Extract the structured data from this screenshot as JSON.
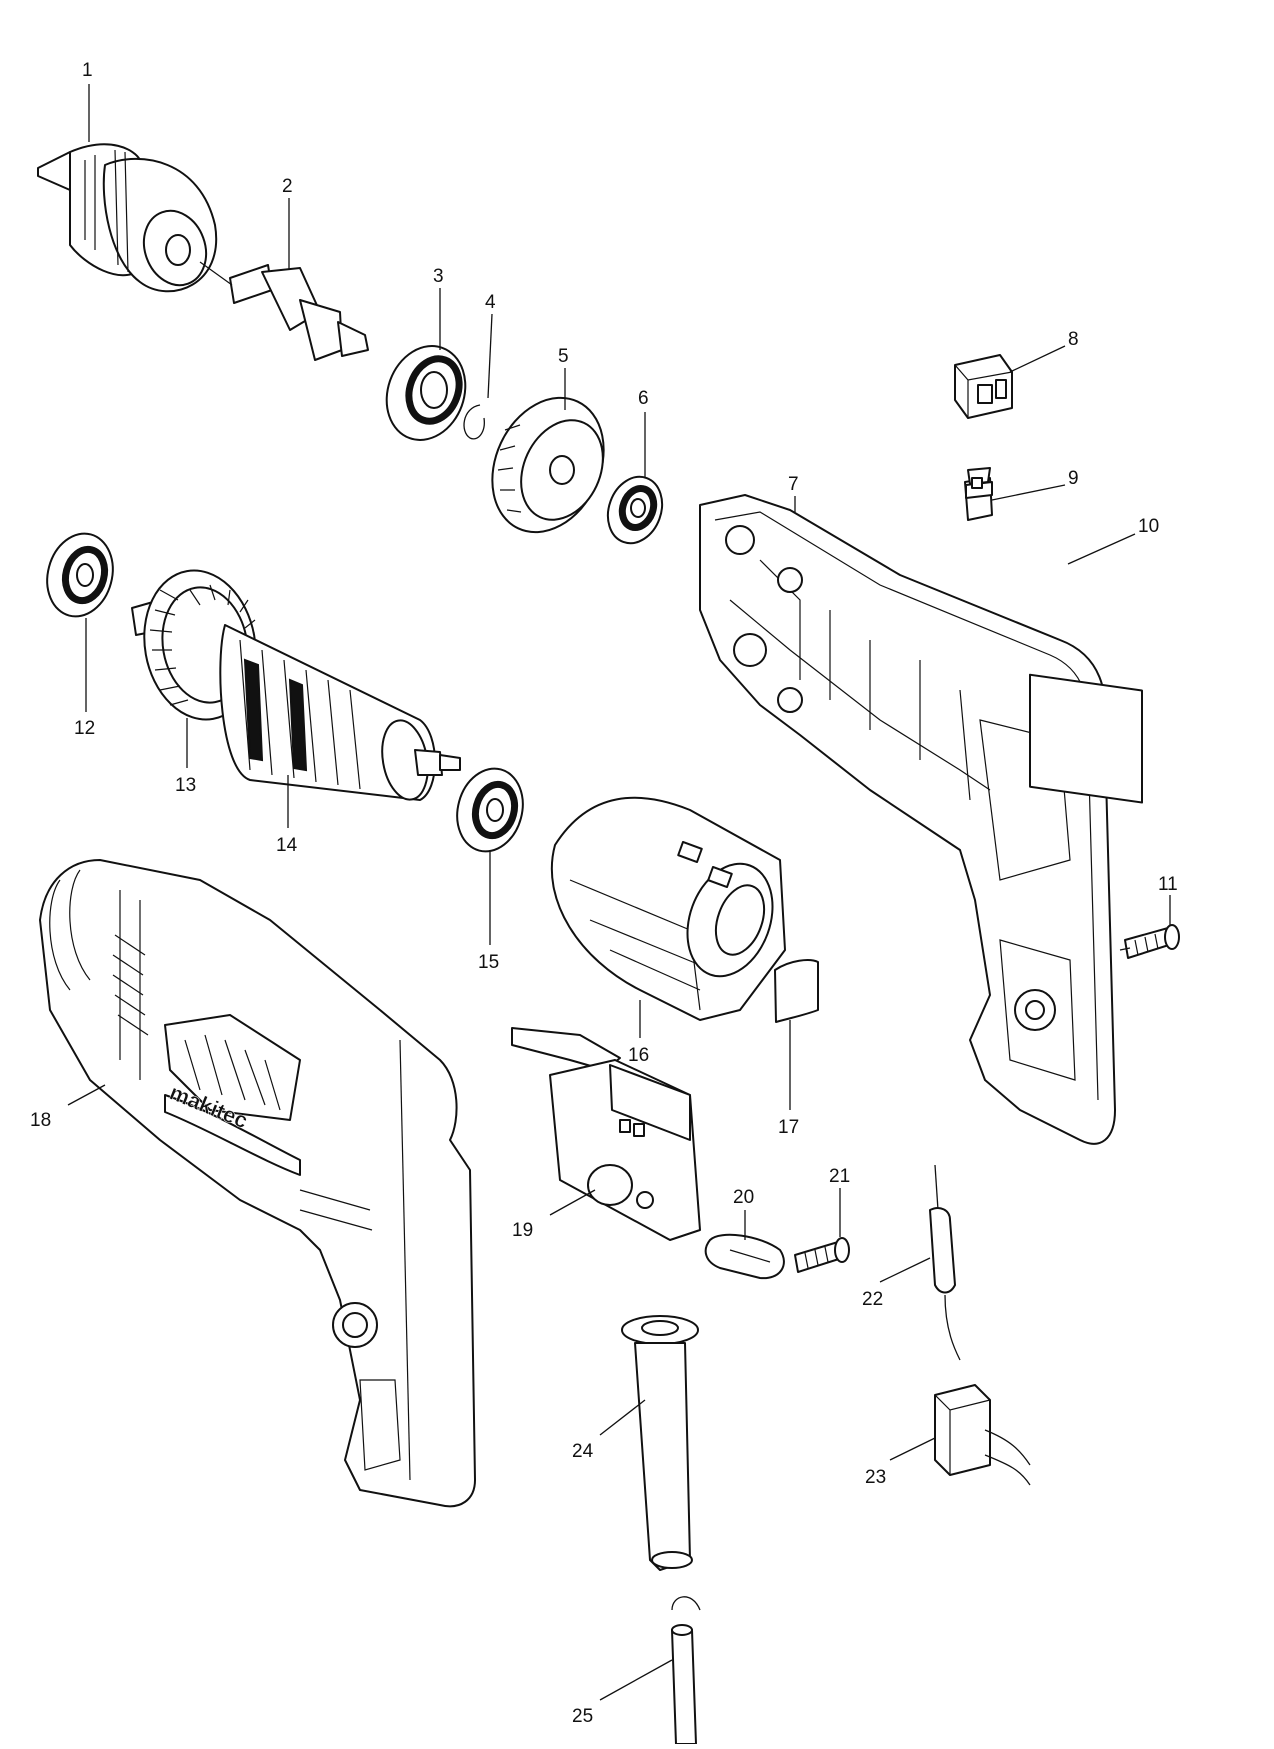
{
  "diagram": {
    "labels": {
      "p1": "1",
      "p2": "2",
      "p3": "3",
      "p4": "4",
      "p5": "5",
      "p6": "6",
      "p7": "7",
      "p8": "8",
      "p9": "9",
      "p10": "10",
      "p11": "11",
      "p12": "12",
      "p13": "13",
      "p14": "14",
      "p15": "15",
      "p16": "16",
      "p17": "17",
      "p18": "18",
      "p19": "19",
      "p20": "20",
      "p21": "21",
      "p22": "22",
      "p23": "23",
      "p24": "24",
      "p25": "25"
    },
    "brand_logo_text": "makitec"
  }
}
